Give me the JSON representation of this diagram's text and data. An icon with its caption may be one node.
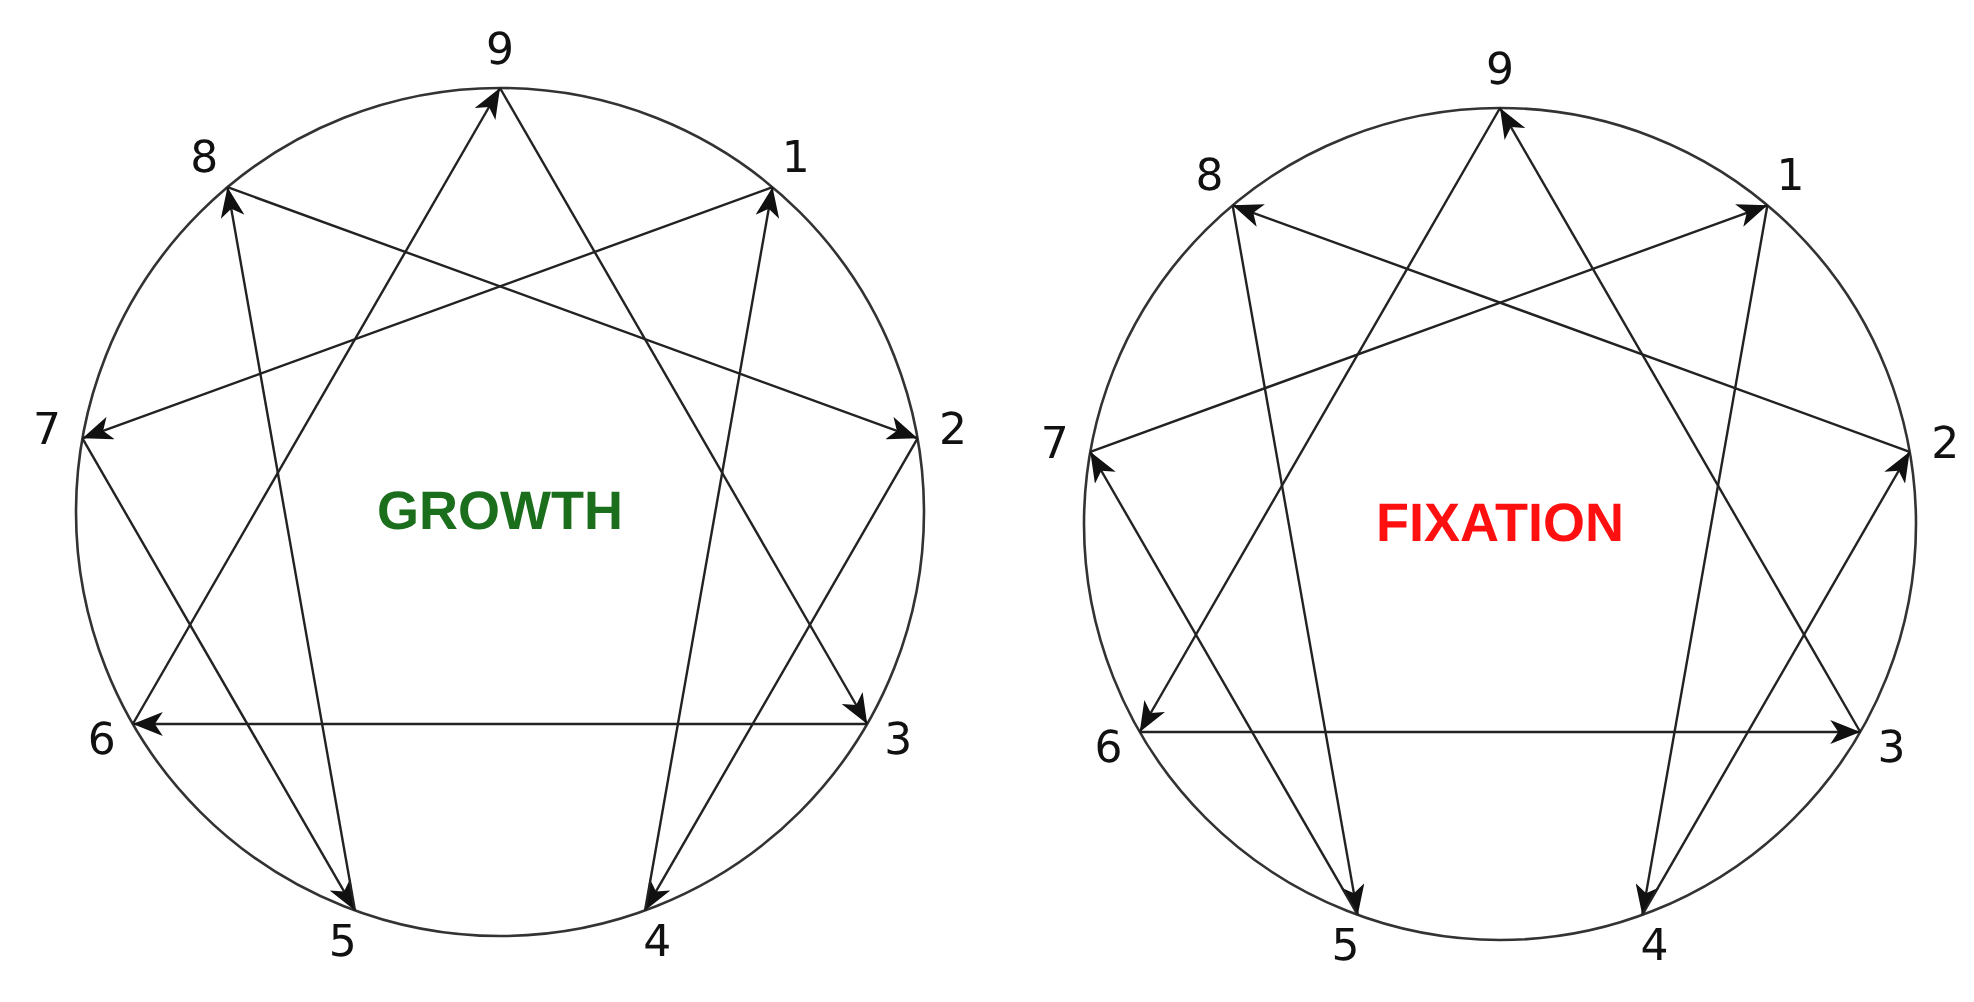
{
  "diagram": {
    "nodes": [
      {
        "text": [
          "9"
        ]
      },
      {
        "text": [
          "8"
        ]
      },
      {
        "text": [
          "1"
        ]
      },
      {
        "text": [
          "7"
        ]
      },
      {
        "text": [
          "2"
        ]
      },
      {
        "text": [
          "6"
        ]
      },
      {
        "text": [
          "3"
        ]
      },
      {
        "text": [
          "5"
        ]
      },
      {
        "text": [
          "4"
        ]
      },
      {
        "text": [
          "9"
        ]
      },
      {
        "text": [
          "8"
        ]
      },
      {
        "text": [
          "1"
        ]
      },
      {
        "text": [
          "7"
        ]
      },
      {
        "text": [
          "2"
        ]
      },
      {
        "text": [
          "6"
        ]
      },
      {
        "text": [
          "3"
        ]
      },
      {
        "text": [
          "5"
        ]
      },
      {
        "text": [
          "4"
        ]
      }
    ],
    "edges": [
      {
        "from": 2,
        "to": 3,
        "arrow": "to"
      },
      {
        "from": 3,
        "to": 7,
        "arrow": "to"
      },
      {
        "from": 7,
        "to": 1,
        "arrow": "to"
      },
      {
        "from": 1,
        "to": 4,
        "arrow": "to"
      },
      {
        "from": 4,
        "to": 8,
        "arrow": "to"
      },
      {
        "from": 8,
        "to": 2,
        "arrow": "to"
      },
      {
        "from": 6,
        "to": 5,
        "arrow": "to"
      },
      {
        "from": 5,
        "to": 0,
        "arrow": "to"
      },
      {
        "from": 0,
        "to": 6,
        "arrow": "to"
      },
      {
        "from": 11,
        "to": 17,
        "arrow": "to"
      },
      {
        "from": 17,
        "to": 13,
        "arrow": "to"
      },
      {
        "from": 13,
        "to": 10,
        "arrow": "to"
      },
      {
        "from": 10,
        "to": 16,
        "arrow": "to"
      },
      {
        "from": 16,
        "to": 12,
        "arrow": "to"
      },
      {
        "from": 12,
        "to": 11,
        "arrow": "to"
      },
      {
        "from": 9,
        "to": 14,
        "arrow": "to"
      },
      {
        "from": 14,
        "to": 15,
        "arrow": "to"
      },
      {
        "from": 15,
        "to": 9,
        "arrow": "to"
      }
    ],
    "labels": [
      "GROWTH",
      "FIXATION"
    ]
  }
}
